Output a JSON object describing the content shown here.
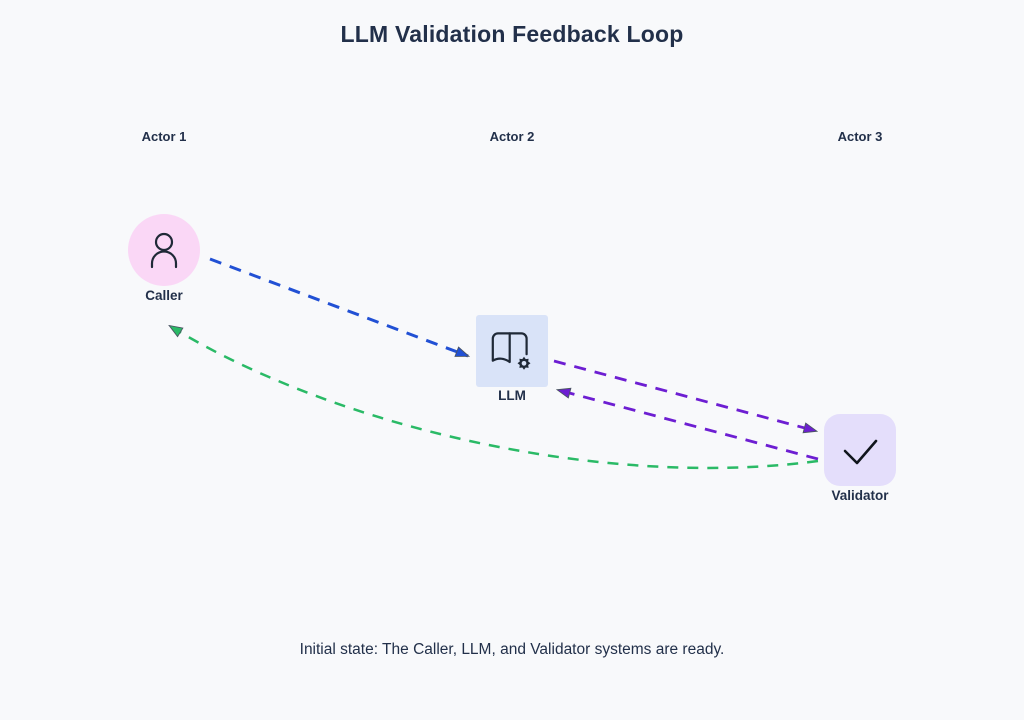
{
  "title": "LLM Validation Feedback Loop",
  "caption": "Initial state: The Caller, LLM, and Validator systems are ready.",
  "colors": {
    "background": "#f8f9fb",
    "text": "#22304a",
    "icon_color": "#1f2937",
    "check_color": "#10151c",
    "arrowhead_outline": "#4b5563"
  },
  "actors": [
    {
      "column_label": "Actor 1",
      "node_label": "Caller",
      "node_color": "#fad7f6",
      "shape": "circle",
      "icon": "person-icon"
    },
    {
      "column_label": "Actor 2",
      "node_label": "LLM",
      "node_color": "#d9e3f8",
      "shape": "square",
      "icon": "book-gear-icon"
    },
    {
      "column_label": "Actor 3",
      "node_label": "Validator",
      "node_color": "#e4defb",
      "shape": "rounded-square",
      "icon": "checkmark-icon"
    }
  ],
  "arrows": [
    {
      "from": "Caller",
      "to": "LLM",
      "color": "#2150d4",
      "style": "dashed",
      "curved": false
    },
    {
      "from": "LLM",
      "to": "Validator",
      "color": "#6d1ed2",
      "style": "dashed",
      "curved": false
    },
    {
      "from": "Validator",
      "to": "LLM",
      "color": "#6d1ed2",
      "style": "dashed",
      "curved": false
    },
    {
      "from": "Validator",
      "to": "Caller",
      "color": "#2aba66",
      "style": "dashed",
      "curved": true
    }
  ]
}
